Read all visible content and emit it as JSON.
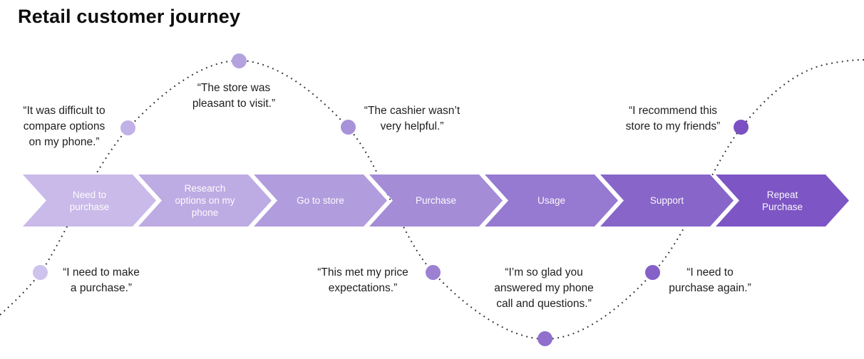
{
  "title": "Retail customer journey",
  "curve_color": "#2b2b2b",
  "stages": [
    {
      "label": "Need to\npurchase",
      "color": "#c9bae9"
    },
    {
      "label": "Research\noptions on my\nphone",
      "color": "#bdabe3"
    },
    {
      "label": "Go to store",
      "color": "#b19cdd"
    },
    {
      "label": "Purchase",
      "color": "#a48cd7"
    },
    {
      "label": "Usage",
      "color": "#9679d0"
    },
    {
      "label": "Support",
      "color": "#8765c9"
    },
    {
      "label": "Repeat\nPurchase",
      "color": "#7d55c5"
    }
  ],
  "touchpoints": [
    {
      "quote": "“I need to make\na purchase.”",
      "dot_color": "#cdc3ec",
      "position": "below-curve-start"
    },
    {
      "quote": "“It was difficult to\ncompare options\non my phone.”",
      "dot_color": "#c1b1e5",
      "position": "rising-left"
    },
    {
      "quote": "“The store was\npleasant to visit.”",
      "dot_color": "#b4a2df",
      "position": "first-peak"
    },
    {
      "quote": "“The cashier wasn’t\nvery helpful.”",
      "dot_color": "#a892d9",
      "position": "falling-mid"
    },
    {
      "quote": "“This met my price\nexpectations.”",
      "dot_color": "#9c81d3",
      "position": "below-mid"
    },
    {
      "quote": "“I’m so glad you\nanswered my phone\ncall and questions.”",
      "dot_color": "#9070cc",
      "position": "trough"
    },
    {
      "quote": "“I need to\npurchase again.”",
      "dot_color": "#8560c7",
      "position": "rising-right"
    },
    {
      "quote": "“I recommend this\nstore to my friends”",
      "dot_color": "#7a50c3",
      "position": "second-peak"
    }
  ]
}
